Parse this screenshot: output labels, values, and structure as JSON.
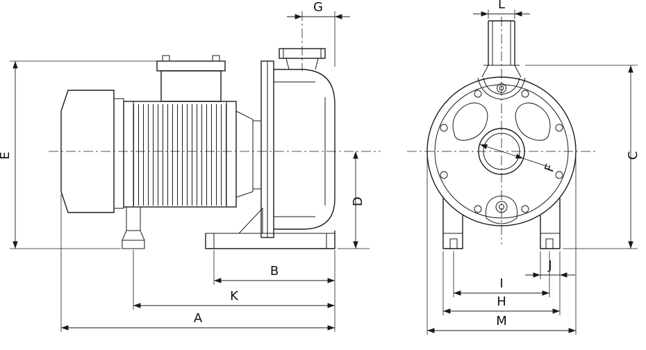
{
  "dimension_labels": {
    "A": "A",
    "B": "B",
    "C": "C",
    "D": "D",
    "E": "E",
    "F": "F",
    "G": "G",
    "H": "H",
    "I": "I",
    "J": "J",
    "K": "K",
    "L": "L",
    "M": "M"
  },
  "colors": {
    "line": "#1a1a1a",
    "label": "#111111",
    "background": "#ffffff"
  }
}
